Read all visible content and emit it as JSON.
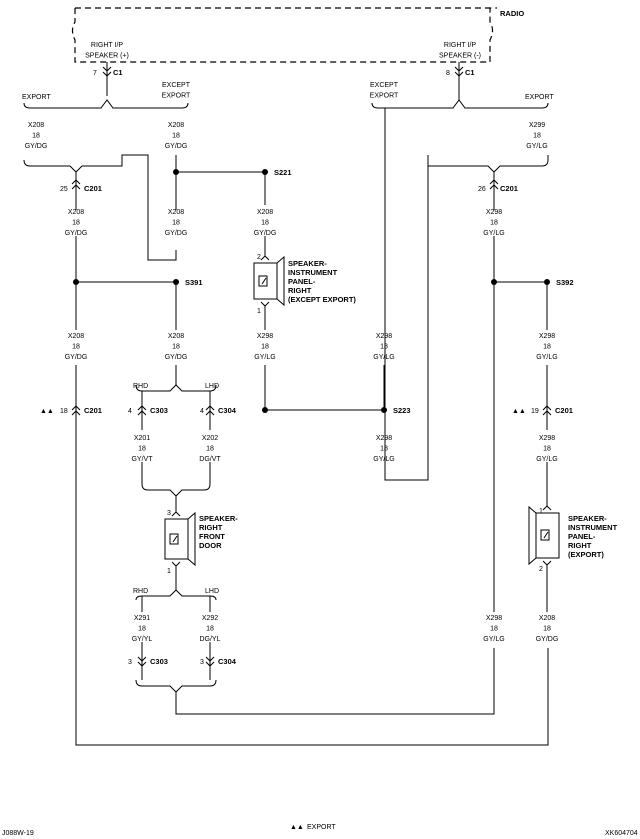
{
  "radio": {
    "title": "RADIO",
    "pin_pos": "RIGHT I/P\nSPEAKER (+)",
    "pin_neg": "RIGHT I/P\nSPEAKER (-)"
  },
  "c1_left": {
    "pin": "7",
    "name": "C1"
  },
  "c1_right": {
    "pin": "8",
    "name": "C1"
  },
  "variants": {
    "export": "EXPORT",
    "except_export": "EXCEPT\nEXPORT",
    "rhd": "RHD",
    "lhd": "LHD"
  },
  "wires": {
    "x208": "X208\n18\nGY/DG",
    "x298": "X298\n18\nGY/LG",
    "x299": "X299\n18\nGY/LG",
    "x201": "X201\n18\nGY/VT",
    "x202": "X202\n18\nDG/VT",
    "x291": "X291\n18\nGY/YL",
    "x292": "X292\n18\nDG/YL"
  },
  "connectors": {
    "c201_25": {
      "pin": "25",
      "name": "C201"
    },
    "c201_26": {
      "pin": "26",
      "name": "C201"
    },
    "c201_18": {
      "pin": "18",
      "name": "C201"
    },
    "c201_19": {
      "pin": "19",
      "name": "C201"
    },
    "c303_4": {
      "pin": "4",
      "name": "C303"
    },
    "c304_4": {
      "pin": "4",
      "name": "C304"
    },
    "c303_3": {
      "pin": "3",
      "name": "C303"
    },
    "c304_3": {
      "pin": "3",
      "name": "C304"
    }
  },
  "splices": {
    "s221": "S221",
    "s391": "S391",
    "s392": "S392",
    "s223": "S223"
  },
  "speakers": {
    "ip_right_except": {
      "label": "SPEAKER-\nINSTRUMENT\nPANEL-\nRIGHT\n(EXCEPT EXPORT)",
      "pin_top": "2",
      "pin_bottom": "1"
    },
    "right_front_door": {
      "label": "SPEAKER-\nRIGHT\nFRONT\nDOOR",
      "pin_top": "3",
      "pin_bottom": "1"
    },
    "ip_right_export": {
      "label": "SPEAKER-\nINSTRUMENT\nPANEL-\nRIGHT\n(EXPORT)",
      "pin_top": "1",
      "pin_bottom": "2"
    }
  },
  "marker": "▲▲",
  "legend": {
    "marker": "▲▲",
    "text": "EXPORT"
  },
  "footer": {
    "left": "J088W-19",
    "right": "XK604704"
  }
}
